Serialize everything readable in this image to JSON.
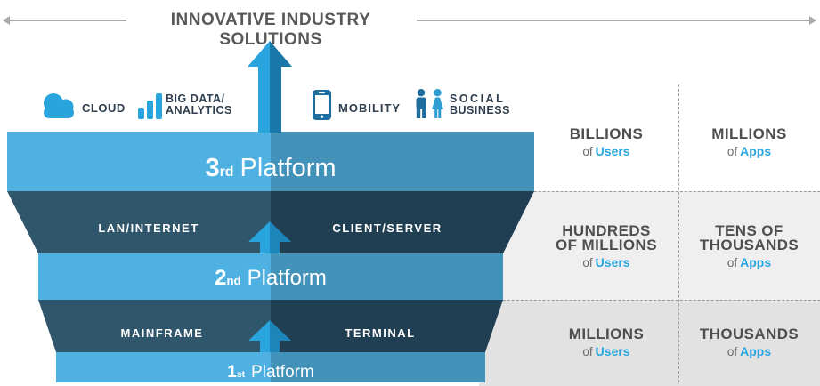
{
  "header": {
    "title": "INNOVATIVE INDUSTRY SOLUTIONS"
  },
  "technologies": [
    {
      "icon": "cloud-icon",
      "lines": [
        "CLOUD"
      ]
    },
    {
      "icon": "bar-chart-icon",
      "lines": [
        "BIG DATA/",
        "ANALYTICS"
      ]
    },
    {
      "icon": "smartphone-icon",
      "lines": [
        "MOBILITY"
      ]
    },
    {
      "icon": "people-icon",
      "lines": [
        "SOCIAL",
        "BUSINESS"
      ]
    }
  ],
  "platforms": {
    "third": {
      "ordinal": "3",
      "suffix": "rd",
      "word": "Platform"
    },
    "tier2": {
      "left": "LAN/INTERNET",
      "right": "CLIENT/SERVER"
    },
    "second": {
      "ordinal": "2",
      "suffix": "nd",
      "word": "Platform"
    },
    "tier1": {
      "left": "MAINFRAME",
      "right": "TERMINAL"
    },
    "first": {
      "ordinal": "1",
      "suffix": "st",
      "word": "Platform"
    }
  },
  "right_panel": {
    "rows": [
      {
        "users": {
          "title1": "BILLIONS",
          "of": "of",
          "noun": "Users"
        },
        "apps": {
          "title1": "MILLIONS",
          "of": "of",
          "noun": "Apps"
        }
      },
      {
        "users": {
          "title1": "HUNDREDS",
          "title2": "OF MILLIONS",
          "of": "of",
          "noun": "Users"
        },
        "apps": {
          "title1": "TENS OF",
          "title2": "THOUSANDS",
          "of": "of",
          "noun": "Apps"
        }
      },
      {
        "users": {
          "title1": "MILLIONS",
          "of": "of",
          "noun": "Users"
        },
        "apps": {
          "title1": "THOUSANDS",
          "of": "of",
          "noun": "Apps"
        }
      }
    ]
  },
  "colors": {
    "band_light_blue": "#4fb1e2",
    "band_muted_blue": "#4292ba",
    "trap_dark_left": "#30566c",
    "trap_dark_right": "#213f52",
    "arrow_bright": "#29a4dd",
    "arrow_dark": "#1a77aa",
    "arrow_mid": "#1c86bb",
    "accent_blue": "#2aa7e0",
    "gray_row_light": "#efefef",
    "gray_row_dark": "#e2e2e2",
    "heading_gray": "#58595b",
    "panel_title_gray": "#4d4e50",
    "subtext_gray": "#6a6b6d",
    "icon_label_navy": "#2f3e4e",
    "icon_blue_dark": "#1d6d9e",
    "icon_blue_light": "#2e9bd1",
    "dashed_line_gray": "#9b9b9b",
    "line_gray": "#a9a9a9"
  }
}
